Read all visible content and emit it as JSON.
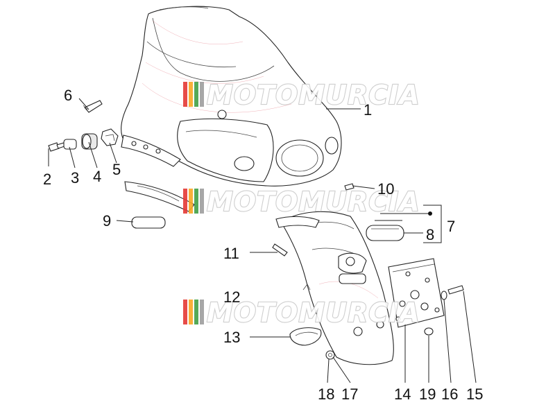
{
  "watermark": {
    "text": "MOTOMURCIA",
    "colors": [
      "#e53935",
      "#f9a825",
      "#43a047",
      "#9e9e9e"
    ]
  },
  "callouts": {
    "c1": "1",
    "c2": "2",
    "c3": "3",
    "c4": "4",
    "c5": "5",
    "c6": "6",
    "c7": "7",
    "c8": "8",
    "c9": "9",
    "c10": "10",
    "c11": "11",
    "c12": "12",
    "c13": "13",
    "c14": "14",
    "c15": "15",
    "c16": "16",
    "c17": "17",
    "c18": "18",
    "c19": "19"
  },
  "colors": {
    "line": "#222222",
    "accent_stripe": "#d11a2a",
    "background": "#ffffff"
  }
}
